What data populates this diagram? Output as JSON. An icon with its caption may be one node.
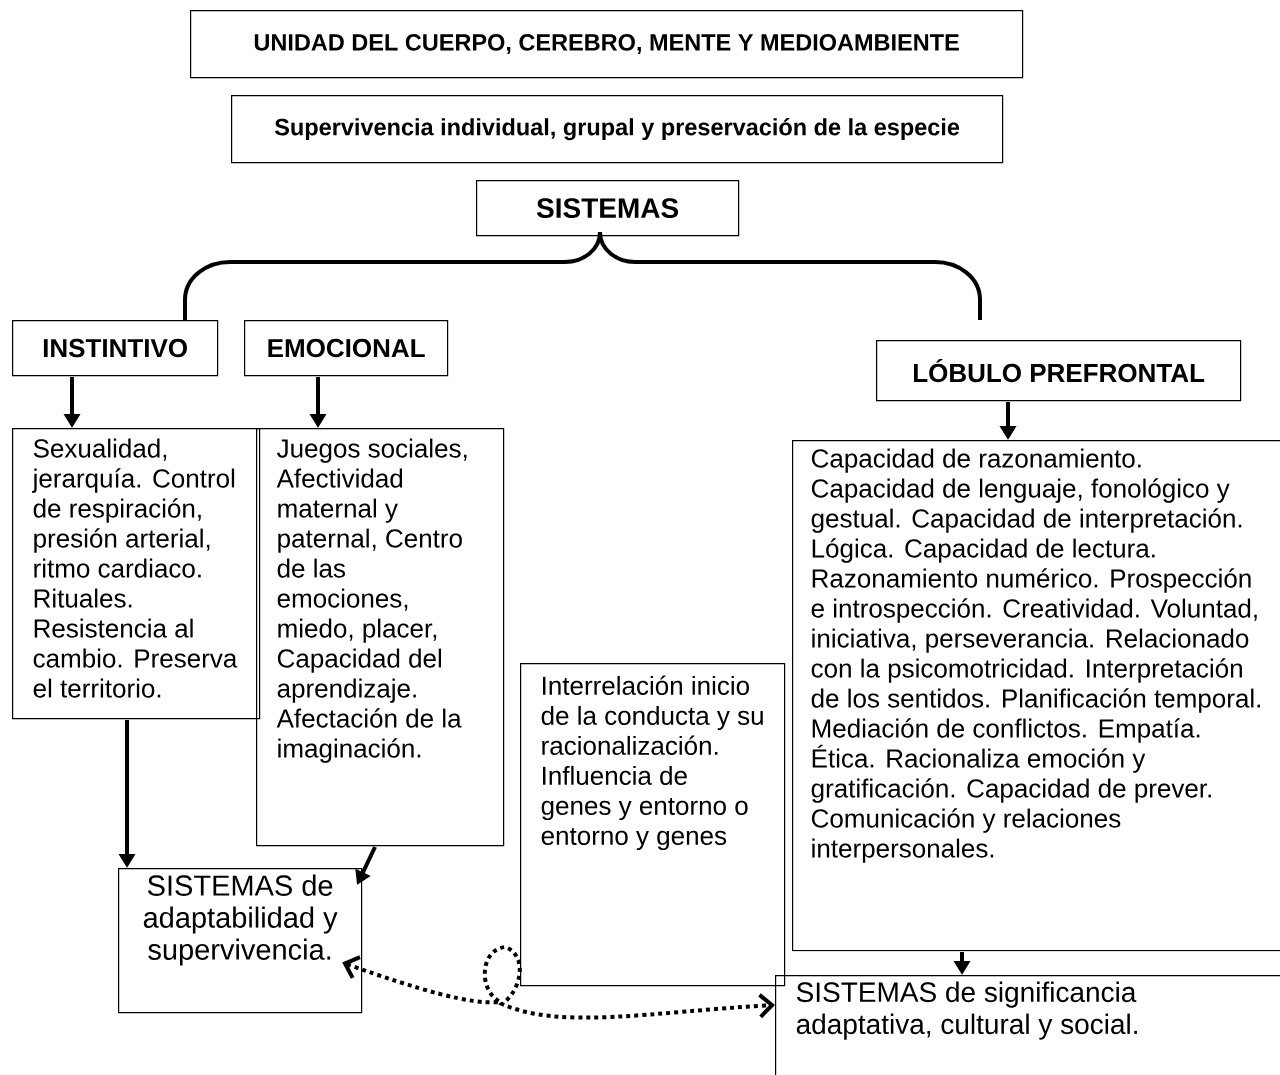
{
  "diagram": {
    "nodes": [
      {
        "text": [
          "UNIDAD DEL CUERPO, CEREBRO, MENTE Y MEDIOAMBIENTE"
        ]
      },
      {
        "text": [
          "Supervivencia individual, grupal y preservación de la especie"
        ]
      },
      {
        "text": [
          "SISTEMAS"
        ]
      },
      {
        "text": [
          "INSTINTIVO"
        ]
      },
      {
        "text": [
          "EMOCIONAL"
        ]
      },
      {
        "text": [
          "LÓBULO PREFRONTAL"
        ]
      },
      {
        "text": [
          "Sexualidad, jerarquía. Control de respiración, presión arterial, ritmo cardiaco. Rituales. Resistencia al cambio. Preserva el territorio."
        ]
      },
      {
        "text": [
          "Juegos sociales, Afectividad maternal y paternal, Centro de las emociones, miedo, placer, Capacidad del aprendizaje. Afectación de la imaginación."
        ]
      },
      {
        "text": [
          "Capacidad de razonamiento. Capacidad de lenguaje, fonológico y gestual.  Capacidad de interpretación. Lógica. Capacidad de lectura. Razonamiento numérico. Prospección e introspección. Creatividad. Voluntad, iniciativa, perseverancia. Relacionado con la psicomotricidad. Interpretación de los sentidos. Planificación temporal. Mediación de conflictos. Empatía. Ética.  Racionaliza emoción y gratificación. Capacidad de prever. Comunicación y relaciones interpersonales."
        ]
      },
      {
        "text": [
          "Interrelación inicio de la conducta y su racionalización. Influencia de genes y entorno o entorno y genes"
        ]
      },
      {
        "text": [
          "SISTEMAS de adaptabilidad y supervivencia."
        ]
      },
      {
        "text": [
          "SISTEMAS de significancia adaptativa, cultural y social."
        ]
      }
    ],
    "edges": [
      {
        "from": 3,
        "to": 6,
        "arrow": "to"
      },
      {
        "from": 4,
        "to": 7,
        "arrow": "to"
      },
      {
        "from": 5,
        "to": 8,
        "arrow": "to"
      },
      {
        "from": 6,
        "to": 10,
        "arrow": "to"
      },
      {
        "from": 7,
        "to": 10,
        "arrow": "to"
      },
      {
        "from": 8,
        "to": 11,
        "arrow": "to"
      },
      {
        "from": 10,
        "to": 11,
        "arrow": "both",
        "style": "dashed"
      }
    ]
  }
}
